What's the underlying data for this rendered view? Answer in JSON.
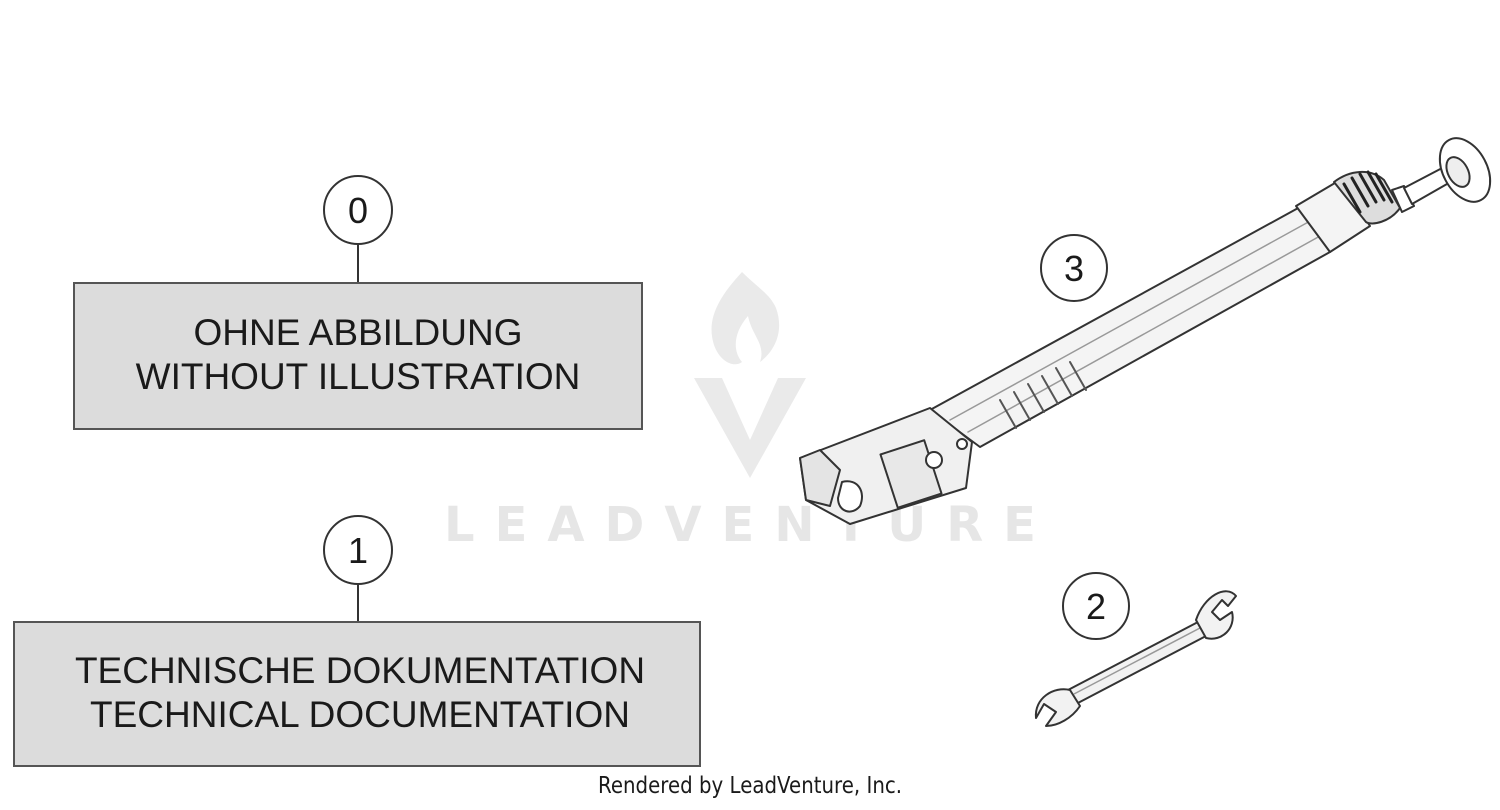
{
  "callouts": {
    "c0": "0",
    "c1": "1",
    "c2": "2",
    "c3": "3"
  },
  "boxes": {
    "no_illustration": {
      "line1": "OHNE ABBILDUNG",
      "line2": "WITHOUT ILLUSTRATION"
    },
    "technical_documentation": {
      "line1": "TECHNISCHE DOKUMENTATION",
      "line2": "TECHNICAL DOCUMENTATION"
    }
  },
  "watermark": {
    "text": "LEADVENTURE"
  },
  "footer": {
    "text": "Rendered by LeadVenture, Inc."
  },
  "colors": {
    "box_fill": "#dcdcdc",
    "line": "#333333",
    "watermark": "#e6e6e6"
  },
  "icons": {
    "watermark_logo": "flame-v-logo",
    "part_3": "side-stand",
    "part_2": "open-end-wrench"
  }
}
